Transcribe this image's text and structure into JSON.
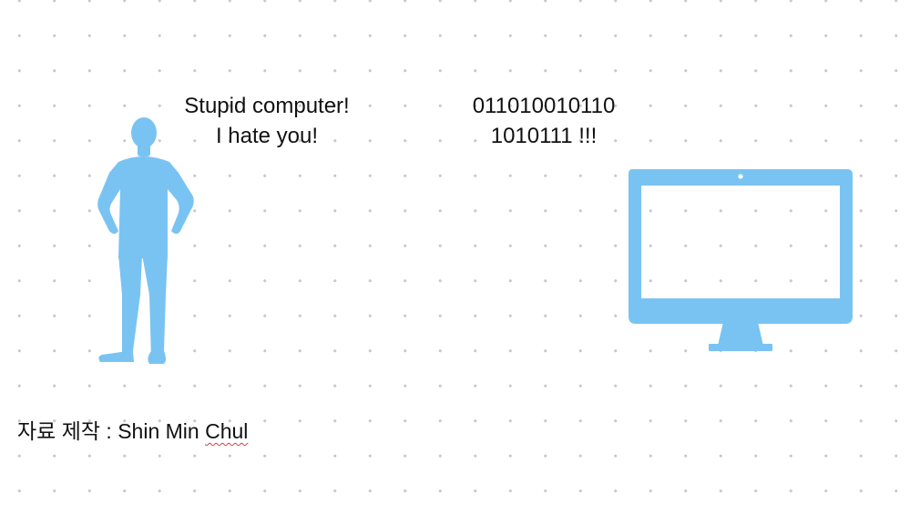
{
  "human_speech": {
    "line1": "Stupid computer!",
    "line2": "I hate you!"
  },
  "computer_speech": {
    "line1": "011010010110",
    "line2": "1010111 !!!"
  },
  "credit": {
    "prefix": "자료 제작 : ",
    "name_plain": "Shin Min ",
    "name_flagged": "Chul"
  },
  "icons": {
    "person": "person-silhouette-icon",
    "monitor": "desktop-monitor-icon"
  },
  "colors": {
    "figure": "#79c3f3",
    "text": "#111111",
    "grid_dot": "#c9c9c9"
  }
}
